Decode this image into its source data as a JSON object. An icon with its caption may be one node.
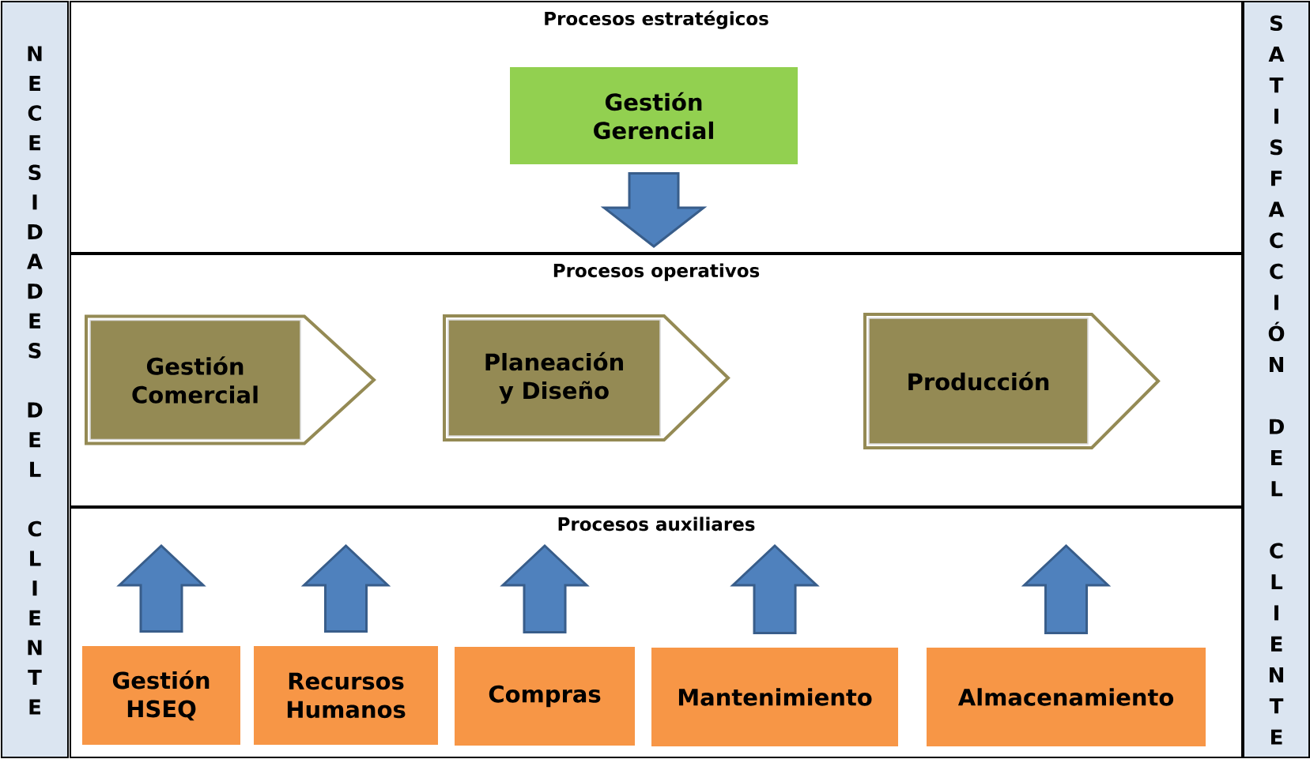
{
  "diagram": {
    "nodes": [
      {
        "text": [
          "NECESIDADES DEL CLIENTE"
        ]
      },
      {
        "text": [
          "SATISFACCIÓN DEL CLIENTE"
        ]
      },
      {
        "text": [
          "Procesos estratégicos"
        ]
      },
      {
        "text": [
          "Procesos operativos"
        ]
      },
      {
        "text": [
          "Procesos auxiliares"
        ]
      },
      {
        "text": [
          "Gestión Gerencial"
        ],
        "in": 2
      },
      {
        "text": [
          "Gestión Comercial"
        ],
        "in": 3
      },
      {
        "text": [
          "Planeación y Diseño"
        ],
        "in": 3
      },
      {
        "text": [
          "Producción"
        ],
        "in": 3
      },
      {
        "text": [
          "Gestión HSEQ"
        ],
        "in": 4
      },
      {
        "text": [
          "Recursos Humanos"
        ],
        "in": 4
      },
      {
        "text": [
          "Compras"
        ],
        "in": 4
      },
      {
        "text": [
          "Mantenimiento"
        ],
        "in": 4
      },
      {
        "text": [
          "Almacenamiento"
        ],
        "in": 4
      }
    ],
    "edges": [
      {
        "from": 5,
        "to": 3,
        "arrow": "to"
      },
      {
        "from": 9,
        "to": 3,
        "arrow": "to"
      },
      {
        "from": 10,
        "to": 3,
        "arrow": "to"
      },
      {
        "from": 11,
        "to": 3,
        "arrow": "to"
      },
      {
        "from": 12,
        "to": 3,
        "arrow": "to"
      },
      {
        "from": 13,
        "to": 3,
        "arrow": "to"
      }
    ]
  }
}
